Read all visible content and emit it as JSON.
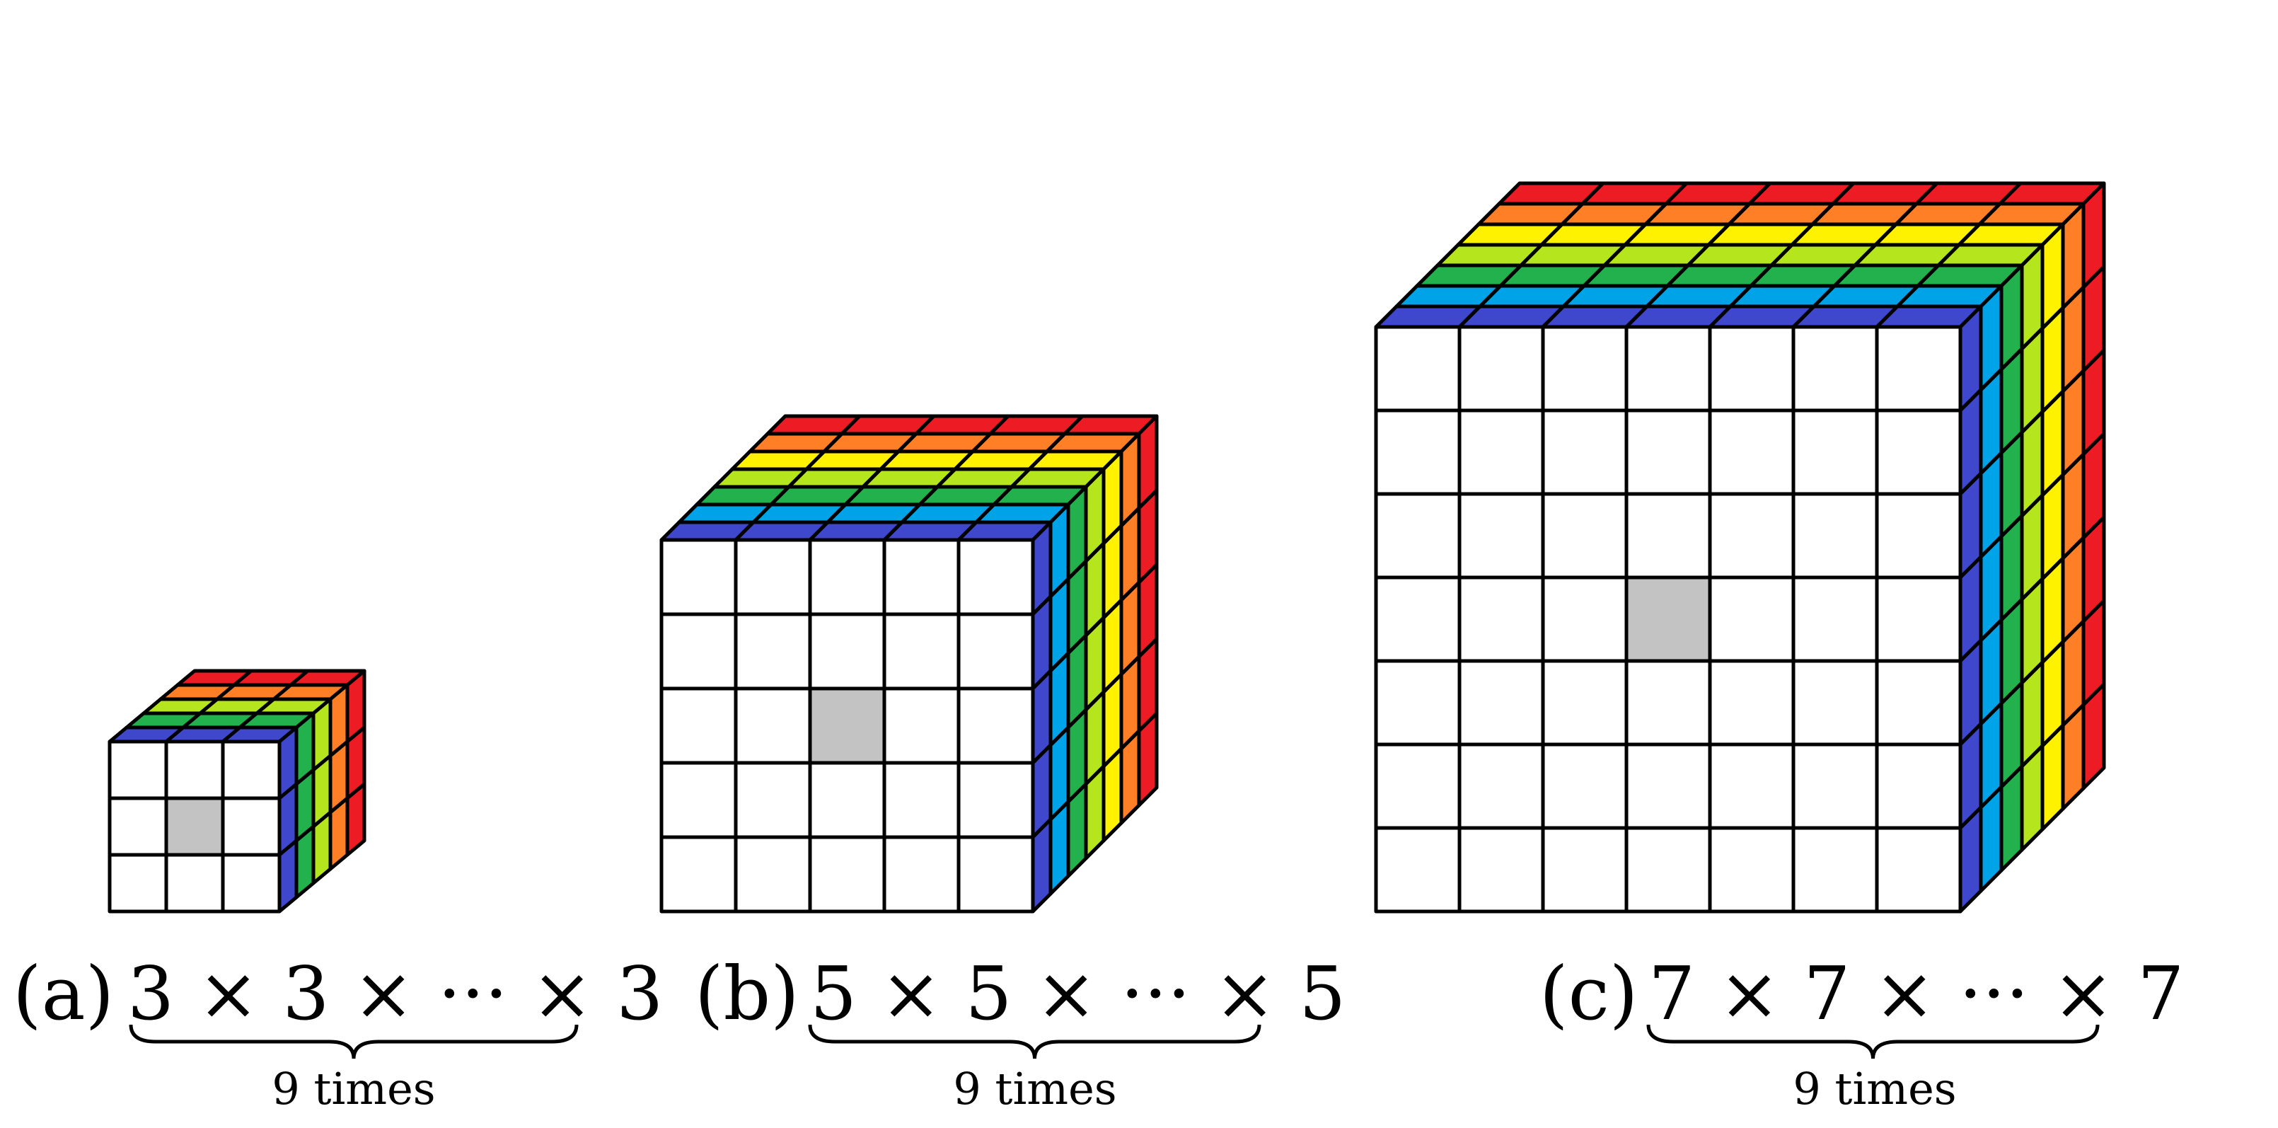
{
  "colors": {
    "layers": [
      "#3F48CC",
      "#00A2E8",
      "#22B14C",
      "#B5E61D",
      "#FFF200",
      "#FF7F27",
      "#ED1C24"
    ],
    "front_face": "#FFFFFF",
    "center_cell": "#C3C3C3",
    "outline": "#000000"
  },
  "panels": [
    {
      "id": "a",
      "label": "(a)",
      "expression": "3 × 3 × ··· × 3",
      "brace_note": "9 times",
      "grid_size": 3,
      "depth_layers": 5,
      "highlight_cell": "center"
    },
    {
      "id": "b",
      "label": "(b)",
      "expression": "5 × 5 × ··· × 5",
      "brace_note": "9 times",
      "grid_size": 5,
      "depth_layers": 7,
      "highlight_cell": "center"
    },
    {
      "id": "c",
      "label": "(c)",
      "expression": "7 × 7 × ··· × 7",
      "brace_note": "9 times",
      "grid_size": 7,
      "depth_layers": 7,
      "highlight_cell": "center"
    }
  ]
}
